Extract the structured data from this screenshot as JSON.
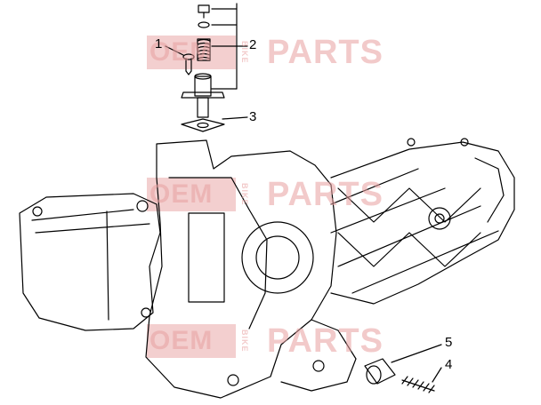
{
  "callouts": [
    {
      "id": "1",
      "label": "1"
    },
    {
      "id": "2",
      "label": "2"
    },
    {
      "id": "3",
      "label": "3"
    },
    {
      "id": "4",
      "label": "4"
    },
    {
      "id": "5",
      "label": "5"
    }
  ],
  "watermark": {
    "prefix": "OEM",
    "mid": "BIKE",
    "suffix": "PARTS",
    "color": "#e8a0a0"
  },
  "colors": {
    "line": "#000000",
    "background": "#ffffff"
  }
}
